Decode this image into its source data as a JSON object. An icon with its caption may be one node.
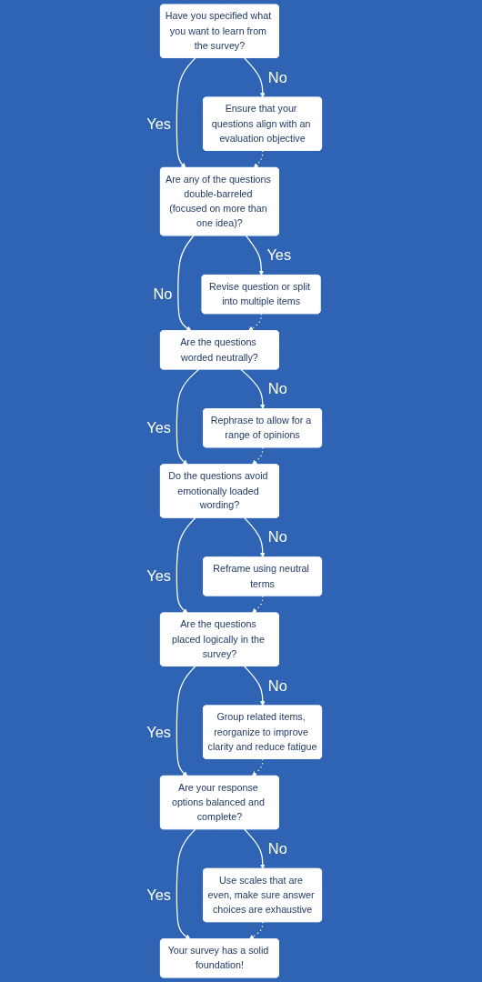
{
  "diagram": {
    "nodes": [
      {
        "text": [
          "Have you specified what you want to learn from the survey?"
        ]
      },
      {
        "text": [
          "Ensure that your questions align with an evaluation objective"
        ]
      },
      {
        "text": [
          "Are any of the questions double-barreled (focused on more than one idea)?"
        ]
      },
      {
        "text": [
          "Revise question or split into multiple items"
        ]
      },
      {
        "text": [
          "Are the questions worded neutrally?"
        ]
      },
      {
        "text": [
          "Rephrase to allow for a range of opinions"
        ]
      },
      {
        "text": [
          "Do the questions avoid emotionally loaded wording?"
        ]
      },
      {
        "text": [
          "Reframe using neutral terms"
        ]
      },
      {
        "text": [
          "Are the questions placed logically in the survey?"
        ]
      },
      {
        "text": [
          "Group related items, reorganize to improve clarity and reduce fatigue"
        ]
      },
      {
        "text": [
          "Are your response options balanced and complete?"
        ]
      },
      {
        "text": [
          "Use scales that are even, make sure answer choices are exhaustive"
        ]
      },
      {
        "text": [
          "Your survey has a solid foundation!"
        ]
      }
    ],
    "edges": [
      {
        "from": 0,
        "to": 1,
        "arrow": "to",
        "label": "No"
      },
      {
        "from": 0,
        "to": 2,
        "arrow": "to",
        "label": "Yes"
      },
      {
        "from": 1,
        "to": 2,
        "arrow": "to",
        "style": "dashed"
      },
      {
        "from": 2,
        "to": 3,
        "arrow": "to",
        "label": "Yes"
      },
      {
        "from": 2,
        "to": 4,
        "arrow": "to",
        "label": "No"
      },
      {
        "from": 3,
        "to": 4,
        "arrow": "to",
        "style": "dashed"
      },
      {
        "from": 4,
        "to": 5,
        "arrow": "to",
        "label": "No"
      },
      {
        "from": 4,
        "to": 6,
        "arrow": "to",
        "label": "Yes"
      },
      {
        "from": 5,
        "to": 6,
        "arrow": "to",
        "style": "dashed"
      },
      {
        "from": 6,
        "to": 7,
        "arrow": "to",
        "label": "No"
      },
      {
        "from": 6,
        "to": 8,
        "arrow": "to",
        "label": "Yes"
      },
      {
        "from": 7,
        "to": 8,
        "arrow": "to",
        "style": "dashed"
      },
      {
        "from": 8,
        "to": 9,
        "arrow": "to",
        "label": "No"
      },
      {
        "from": 8,
        "to": 10,
        "arrow": "to",
        "label": "Yes"
      },
      {
        "from": 9,
        "to": 10,
        "arrow": "to",
        "style": "dashed"
      },
      {
        "from": 10,
        "to": 11,
        "arrow": "to",
        "label": "No"
      },
      {
        "from": 10,
        "to": 12,
        "arrow": "to",
        "label": "Yes"
      },
      {
        "from": 11,
        "to": 12,
        "arrow": "to",
        "style": "dashed"
      }
    ]
  }
}
